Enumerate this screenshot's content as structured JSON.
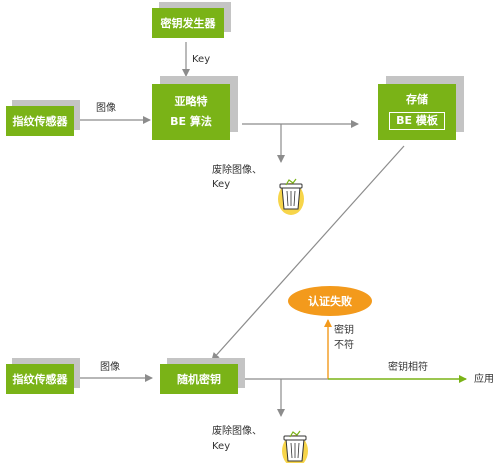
{
  "nodes": {
    "key_generator": "密钥发生器",
    "sensor_top": "指纹传感器",
    "algorithm_line1": "亚略特",
    "algorithm_line2": "BE 算法",
    "storage_title": "存储",
    "storage_inner": "BE 模板",
    "sensor_bottom": "指纹传感器",
    "random_key": "随机密钥",
    "auth_fail": "认证失败"
  },
  "labels": {
    "key": "Key",
    "image_top": "图像",
    "discard_top_line1": "废除图像、",
    "discard_top_line2": "Key",
    "image_bottom": "图像",
    "key_mismatch_line1": "密钥",
    "key_mismatch_line2": "不符",
    "key_match": "密钥相符",
    "application": "应用",
    "discard_bottom_line1": "废除图像、",
    "discard_bottom_line2": "Key"
  },
  "colors": {
    "box_green": "#7ab317",
    "shadow_gray": "#c4c4c4",
    "arrow_gray": "#8c8c8c",
    "accent_orange": "#f39a1c",
    "match_green": "#7ab317"
  },
  "icons": {
    "trash": "trash-can-icon"
  }
}
